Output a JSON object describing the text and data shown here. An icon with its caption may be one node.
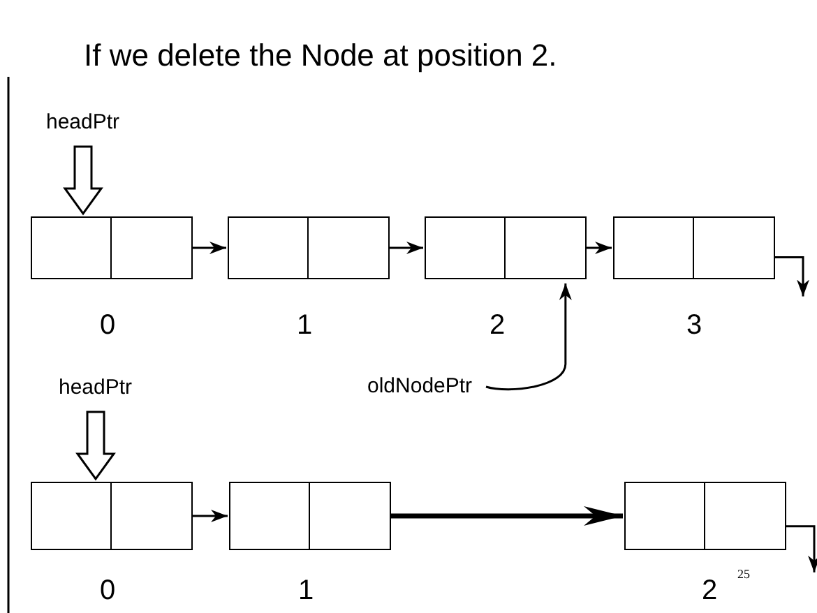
{
  "diagram": {
    "title": "If we delete the Node at position 2.",
    "nodes": [
      {
        "text": [
          "headPtr"
        ]
      },
      {
        "text": [],
        "shape": "box",
        "beside": [
          "0"
        ]
      },
      {
        "text": [],
        "shape": "box",
        "beside": [
          "1"
        ]
      },
      {
        "text": [],
        "shape": "box",
        "beside": [
          "2"
        ]
      },
      {
        "text": [],
        "shape": "box",
        "beside": [
          "3"
        ]
      },
      {
        "text": [
          "oldNodePtr"
        ]
      },
      {
        "text": [
          "headPtr"
        ]
      },
      {
        "text": [],
        "shape": "box",
        "beside": [
          "0"
        ]
      },
      {
        "text": [],
        "shape": "box",
        "beside": [
          "1"
        ]
      },
      {
        "text": [],
        "shape": "box",
        "beside": [
          "2"
        ]
      }
    ],
    "edges": [
      {
        "from": 0,
        "to": 1,
        "arrow": "to"
      },
      {
        "from": 1,
        "to": 2,
        "arrow": "to"
      },
      {
        "from": 2,
        "to": 3,
        "arrow": "to"
      },
      {
        "from": 3,
        "to": 4,
        "arrow": "to"
      },
      {
        "from": 4,
        "to": null,
        "arrow": "to"
      },
      {
        "from": 5,
        "to": 3,
        "arrow": "to"
      },
      {
        "from": 6,
        "to": 7,
        "arrow": "to"
      },
      {
        "from": 7,
        "to": 8,
        "arrow": "to"
      },
      {
        "from": 8,
        "to": 9,
        "arrow": "to",
        "style": "thick"
      },
      {
        "from": 9,
        "to": null,
        "arrow": "to"
      }
    ],
    "labels": [
      "25"
    ]
  }
}
